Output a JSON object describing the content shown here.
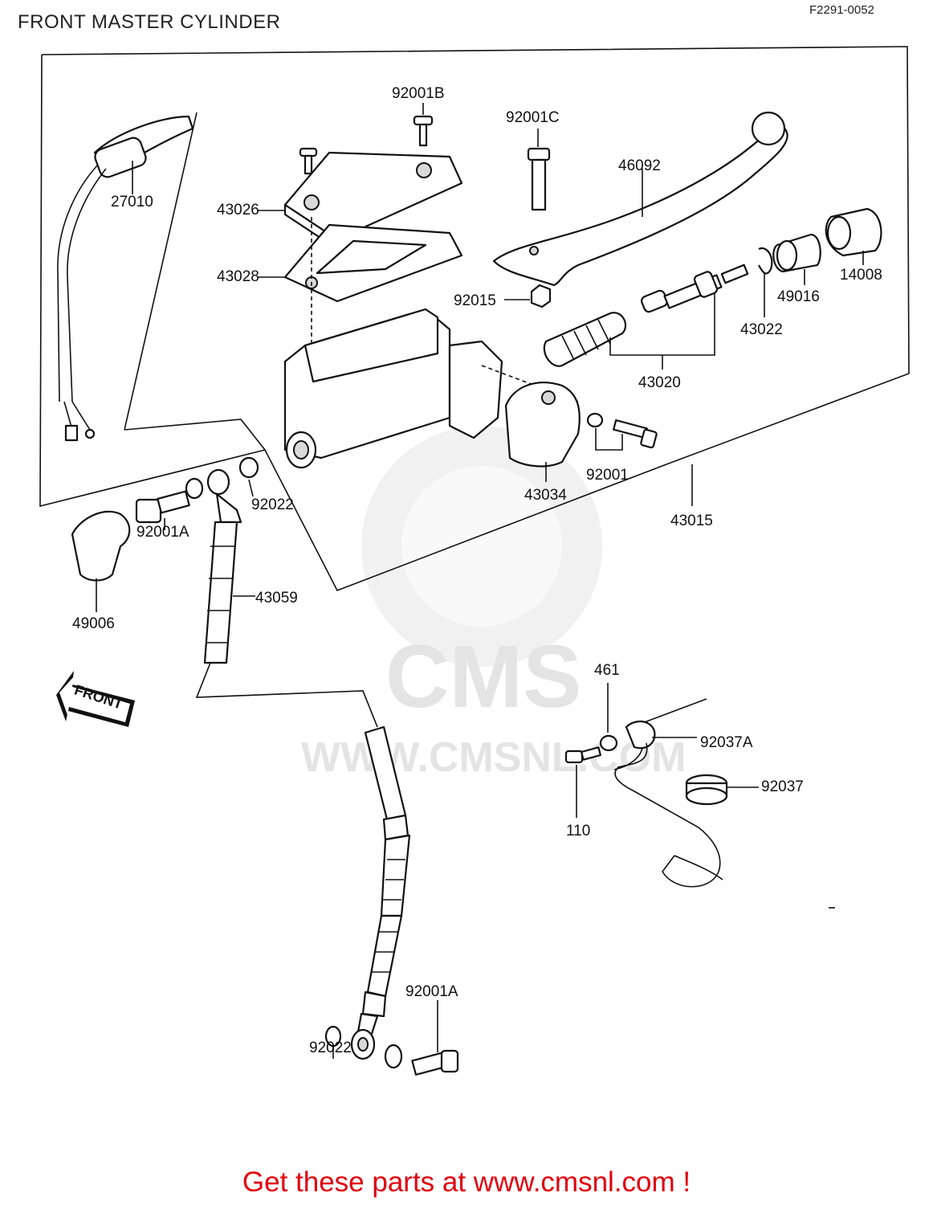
{
  "title": "FRONT MASTER CYLINDER",
  "diagram_code": "F2291-0052",
  "footer": "Get these parts at www.cmsnl.com !",
  "watermark": {
    "brand": "CMS",
    "url": "WWW.CMSNL.COM"
  },
  "front_arrow": "FRONT",
  "labels": {
    "p92001B": "92001B",
    "p92001C": "92001C",
    "p46092": "46092",
    "p27010": "27010",
    "p43026": "43026",
    "p43028": "43028",
    "p92015": "92015",
    "p14008": "14008",
    "p49016": "49016",
    "p43022": "43022",
    "p43020": "43020",
    "p43034": "43034",
    "p92001": "92001",
    "p43015": "43015",
    "p92022_top": "92022",
    "p92001A_top": "92001A",
    "p49006": "49006",
    "p43059": "43059",
    "p461": "461",
    "p92037A": "92037A",
    "p92037": "92037",
    "p110": "110",
    "p92001A_bottom": "92001A",
    "p92022_bottom": "92022"
  }
}
